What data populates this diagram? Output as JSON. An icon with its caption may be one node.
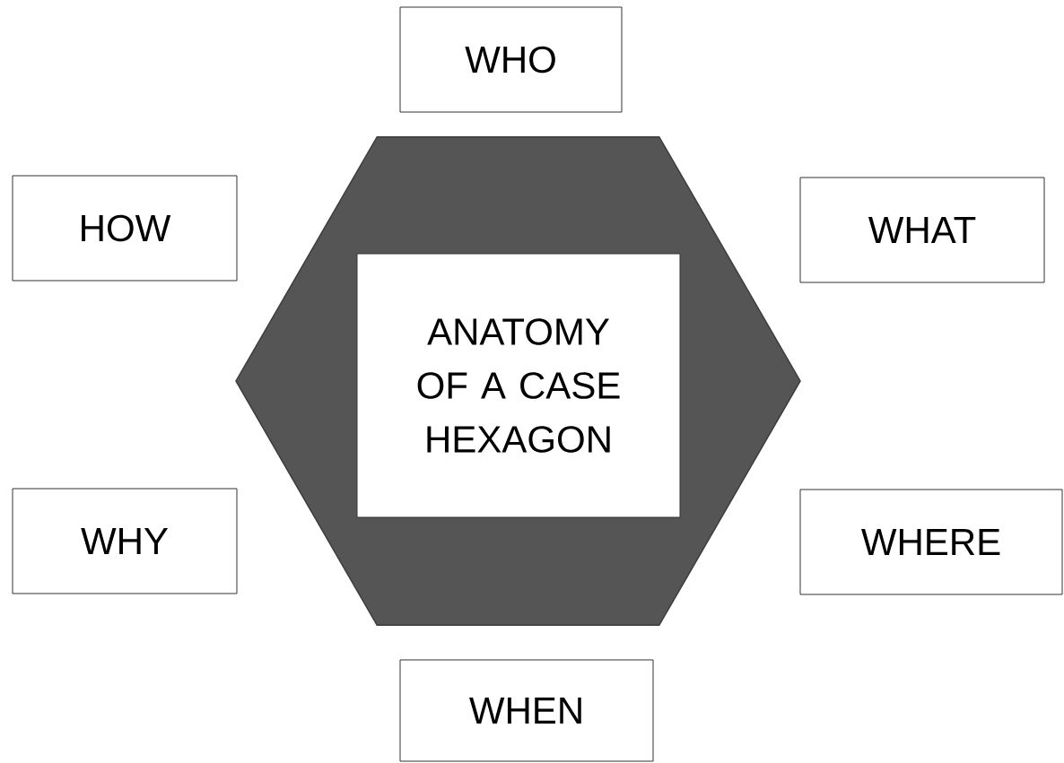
{
  "diagram": {
    "nodes": [
      {
        "text": [],
        "shape": "hexagon"
      },
      {
        "text": [
          "ANATOMY OF A CASE HEXAGON"
        ],
        "in": 0
      },
      {
        "text": [
          "WHO"
        ]
      },
      {
        "text": [
          "HOW"
        ]
      },
      {
        "text": [
          "WHAT"
        ]
      },
      {
        "text": [
          "WHY"
        ]
      },
      {
        "text": [
          "WHERE"
        ]
      },
      {
        "text": [
          "WHEN"
        ]
      }
    ]
  }
}
